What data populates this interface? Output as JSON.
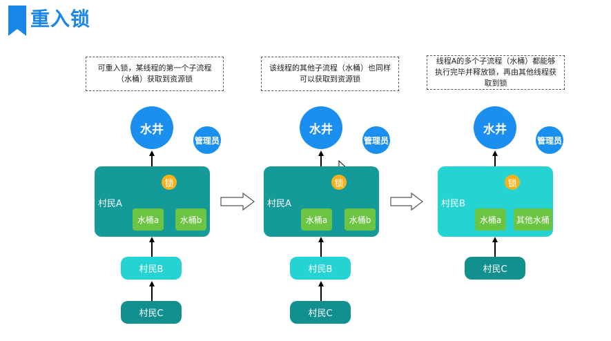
{
  "title": "重入锁",
  "colors": {
    "accent": "#1a86e8",
    "well": "#1a8ff0",
    "village_dark": "#149a98",
    "village_light": "#25d3d3",
    "bucket": "#6cc443",
    "lock": "#f5b21e",
    "cyan_pill": "#25d3d3",
    "teal_pill": "#12908f"
  },
  "panels": [
    {
      "note": "可重入锁，某线程的第一个子流程（水桶）获取到资源锁",
      "well": "水井",
      "admin": "管理员",
      "village": "村民A",
      "lock": "锁",
      "bucket_a": "水桶a",
      "bucket_b": "水桶b",
      "queue1": "村民B",
      "queue2": "村民C"
    },
    {
      "note": "该线程的其他子流程（水桶）也同样可以获取到资源锁",
      "well": "水井",
      "admin": "管理员",
      "village": "村民A",
      "lock": "锁",
      "bucket_a": "水桶a",
      "bucket_b": "水桶b",
      "queue1": "村民B",
      "queue2": "村民C"
    },
    {
      "note": "线程A的多个子流程（水桶）都能够执行完毕并释放锁，再由其他线程获取到锁",
      "well": "水井",
      "admin": "管理员",
      "village": "村民B",
      "lock": "锁",
      "bucket_a": "水桶a",
      "bucket_b": "其他水桶",
      "queue1": "村民C"
    }
  ]
}
